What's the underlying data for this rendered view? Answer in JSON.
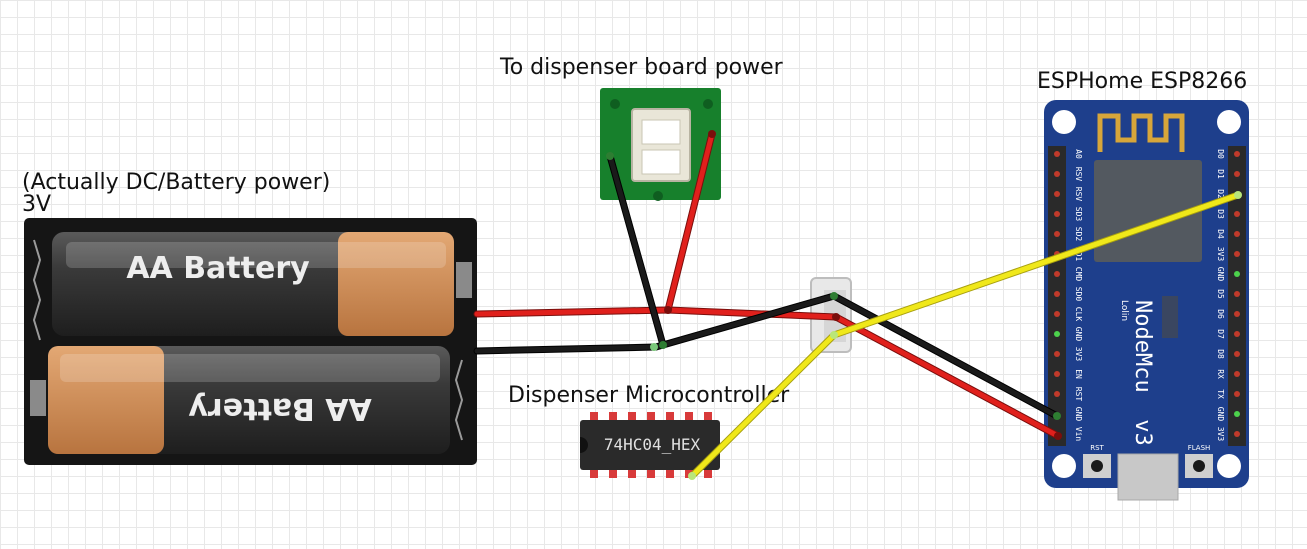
{
  "labels": {
    "battery_title": "(Actually DC/Battery power)",
    "battery_voltage": "3V",
    "dispenser_power": "To dispenser board power",
    "esp_title": "ESPHome ESP8266",
    "microcontroller": "Dispenser Microcontroller"
  },
  "battery": {
    "cell_top_label": "AA Battery",
    "cell_bottom_label": "AA Battery"
  },
  "ic": {
    "part": "74HC04_HEX"
  },
  "nodemcu": {
    "name": "NodeMcu  v3",
    "brand": "Lolin",
    "rst_label": "RST",
    "flash_label": "FLASH",
    "left_pins": [
      "A0",
      "RSV",
      "RSV",
      "SD3",
      "SD2",
      "SD1",
      "CMD",
      "SD0",
      "CLK",
      "GND",
      "3V3",
      "EN",
      "RST",
      "GND",
      "Vin"
    ],
    "right_pins": [
      "D0",
      "D1",
      "D2",
      "D3",
      "D4",
      "3V3",
      "GND",
      "D5",
      "D6",
      "D7",
      "D8",
      "RX",
      "TX",
      "GND",
      "3V3"
    ]
  },
  "colors": {
    "wire_red": "#e0201c",
    "wire_black": "#1a1a1a",
    "wire_yellow": "#f0e81a",
    "pcb_green": "#17802c",
    "nodemcu_blue": "#1e3f8c"
  }
}
